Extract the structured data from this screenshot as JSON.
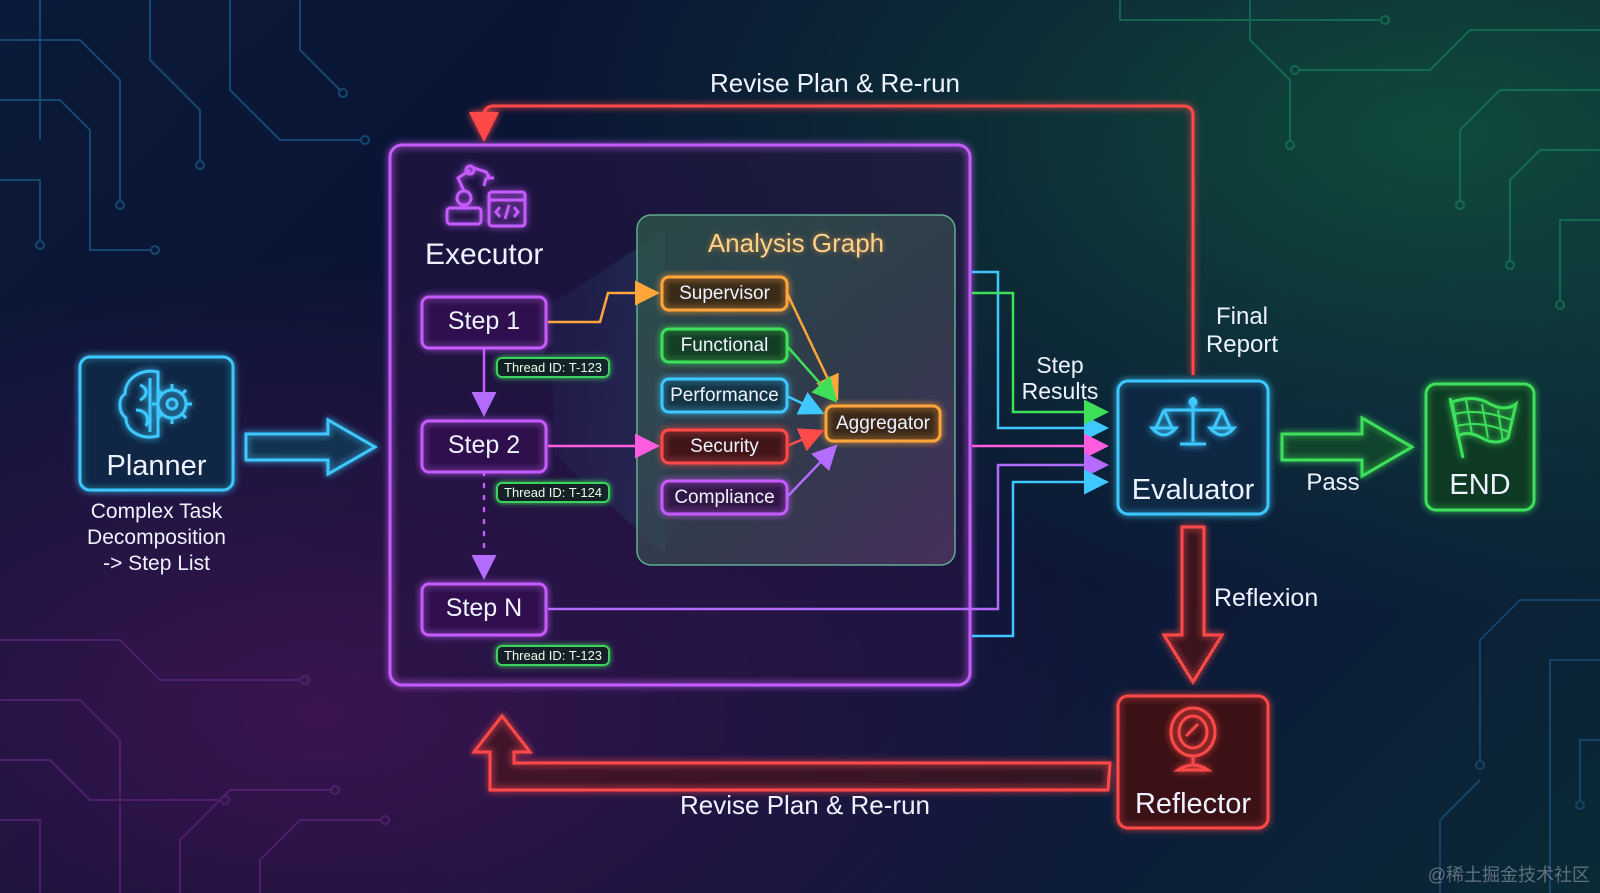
{
  "top_loop_label": "Revise Plan & Re-run",
  "bottom_loop_label": "Revise Plan & Re-run",
  "planner": {
    "label": "Planner",
    "description": [
      "Complex Task",
      "Decomposition",
      "-> Step List"
    ]
  },
  "executor": {
    "label": "Executor"
  },
  "steps": [
    {
      "label": "Step 1",
      "thread": "Thread ID: T-123"
    },
    {
      "label": "Step 2",
      "thread": "Thread ID: T-124"
    },
    {
      "label": "Step N",
      "thread": "Thread ID: T-123"
    }
  ],
  "analysis_graph": {
    "title": "Analysis Graph",
    "nodes": [
      "Supervisor",
      "Functional",
      "Performance",
      "Security",
      "Compliance"
    ],
    "aggregator": "Aggregator"
  },
  "step_results_label": [
    "Step",
    "Results"
  ],
  "final_report_label": [
    "Final",
    "Report"
  ],
  "evaluator": {
    "label": "Evaluator"
  },
  "pass_label": "Pass",
  "end": {
    "label": "END"
  },
  "reflexion_label": "Reflexion",
  "reflector": {
    "label": "Reflector"
  },
  "watermark": "@稀土掘金技术社区",
  "colors": {
    "cyan": "#3ec8ff",
    "purple": "#c65cff",
    "green": "#3ee05a",
    "orange": "#ffa53a",
    "red": "#ff4a4a",
    "pink": "#ff5ce0",
    "violet": "#b46bff"
  }
}
